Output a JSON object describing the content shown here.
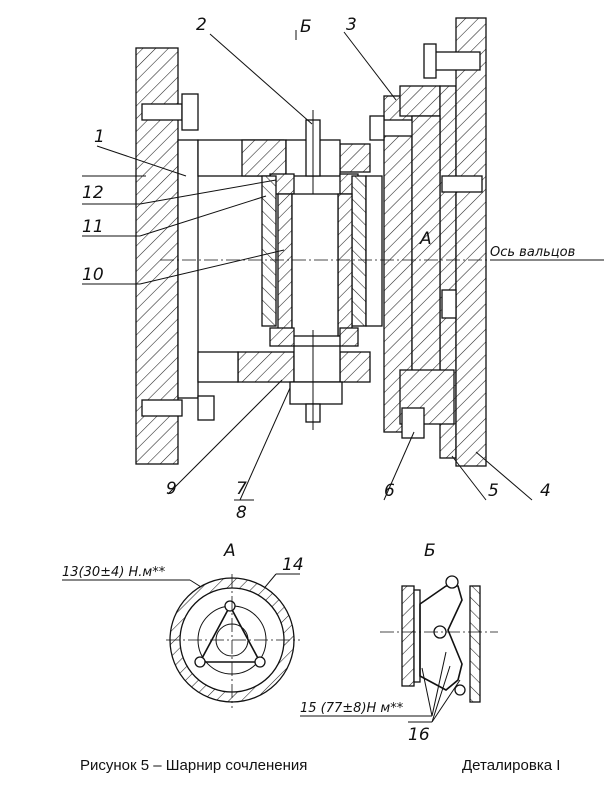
{
  "labels": {
    "l1": "1",
    "l2": "2",
    "l3": "3",
    "l4": "4",
    "l5": "5",
    "l6": "6",
    "l7": "7",
    "l8": "8",
    "l9": "9",
    "l10": "10",
    "l11": "11",
    "l12": "12",
    "l14": "14",
    "l16": "16"
  },
  "views": {
    "section_b_top": "Б",
    "view_a_marker": "А",
    "axis_label": "Ось вальцов",
    "view_a_title": "А",
    "view_b_title": "Б"
  },
  "torques": {
    "t13": "13(30±4) Н.м**",
    "t15": "15 (77±8)Н м**"
  },
  "caption": {
    "figure": "Рисунок 5 – Шарнир сочленения",
    "section": "Деталировка   I"
  }
}
